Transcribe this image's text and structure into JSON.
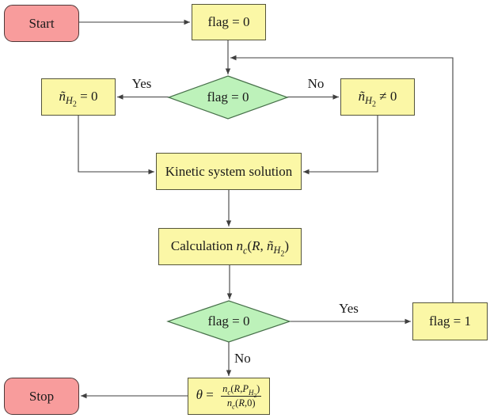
{
  "diagram": {
    "colors": {
      "process-fill": "#FBF7A6",
      "process-border": "#55553A",
      "decision-fill": "#BDF2BA",
      "decision-border": "#47704A",
      "terminal-fill": "#F89C9C",
      "terminal-border": "#4F3838",
      "line": "#3F3F3F"
    },
    "nodes": {
      "start": {
        "label": "Start"
      },
      "init_flag": {
        "label": "flag = 0"
      },
      "decision1": {
        "label": "flag = 0"
      },
      "nh2_zero": {
        "var": "ñ",
        "sub": "H",
        "subsub": "2",
        "rel": " = 0"
      },
      "nh2_nonzero": {
        "var": "ñ",
        "sub": "H",
        "subsub": "2",
        "rel": " ≠ 0"
      },
      "kinetic": {
        "label": "Kinetic system solution"
      },
      "calculation": {
        "prefix": "Calculation ",
        "n": "n",
        "c": "c",
        "open": "(",
        "R": "R",
        "comma": ", ",
        "var": "ñ",
        "sub": "H",
        "subsub": "2",
        "close": ")"
      },
      "decision2": {
        "label": "flag = 0"
      },
      "set_flag": {
        "label": "flag = 1"
      },
      "theta": {
        "lhs": "θ",
        "eq": " = ",
        "num": {
          "n": "n",
          "c": "c",
          "open": "(",
          "R": "R",
          "comma": ",",
          "P": "P",
          "sub": "H",
          "subsub": "2",
          "close": ")"
        },
        "den": {
          "n": "n",
          "c": "c",
          "open": "(",
          "R": "R",
          "rest": ",0)"
        }
      },
      "stop": {
        "label": "Stop"
      }
    },
    "edge_labels": {
      "yes1": "Yes",
      "no1": "No",
      "yes2": "Yes",
      "no2": "No"
    }
  }
}
